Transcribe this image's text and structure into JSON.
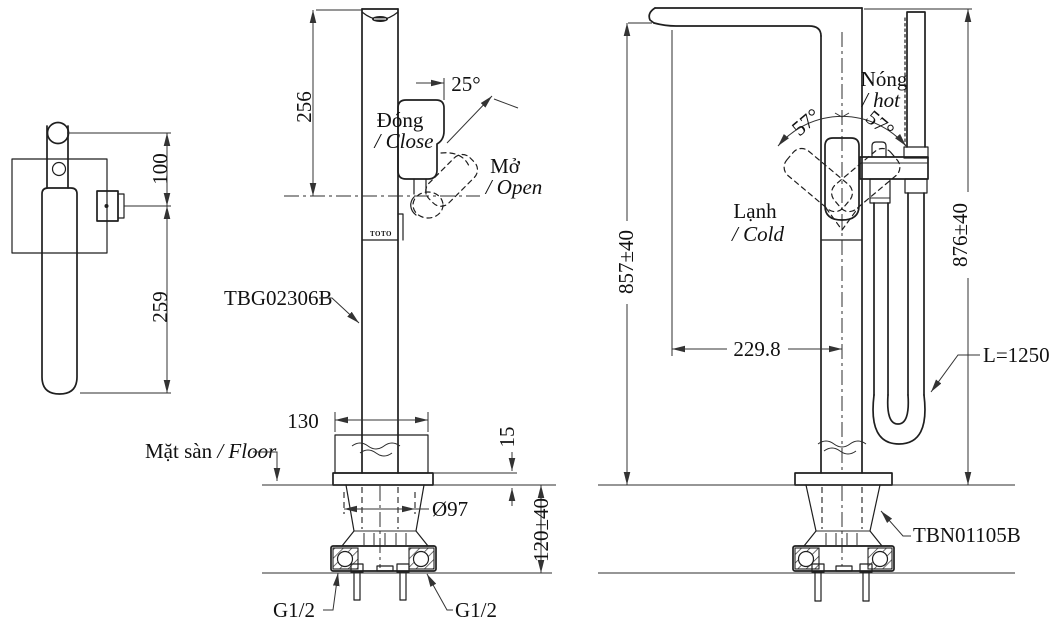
{
  "colors": {
    "ink": "#1f1f1f",
    "dim_line": "#333333",
    "background": "#ffffff"
  },
  "side_view": {
    "dim_100": "100",
    "dim_259": "259"
  },
  "front_view": {
    "dim_256": "256",
    "angle_25": "25°",
    "close_vi": "Đóng",
    "close_en": "/ Close",
    "open_vi": "Mở",
    "open_en": "/ Open",
    "model_label": "TBG02306B",
    "brand": "TOTO",
    "dim_130": "130",
    "floor_label_vi": "Mặt sàn ",
    "floor_label_en": "/ Floor",
    "dim_15": "15",
    "dim_diameter": "Ø97",
    "dim_depth": "120±40",
    "inlet_left": "G1/2",
    "inlet_right": "G1/2"
  },
  "hose_view": {
    "angle_57_left": "57°",
    "angle_57_right": "57°",
    "hot_vi": "Nóng",
    "hot_en": "/ hot",
    "cold_vi": "Lạnh",
    "cold_en": "/ Cold",
    "dim_857": "857±40",
    "dim_876": "876±40",
    "dim_229": "229.8",
    "hose_length": "L=1250",
    "model_label": "TBN01105B"
  }
}
